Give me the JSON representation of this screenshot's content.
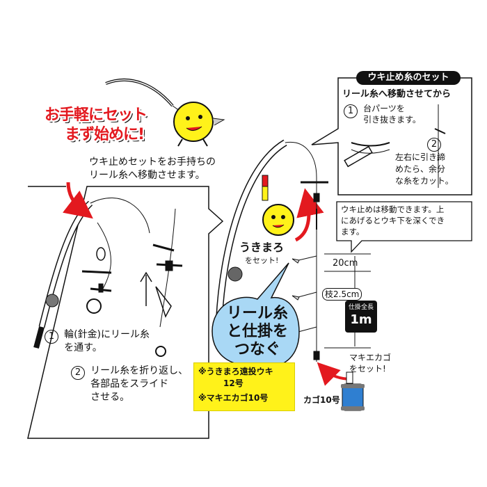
{
  "slogan": {
    "line1": "お手軽にセット",
    "line2": "まず始めに!"
  },
  "left_panel": {
    "intro": "ウキ止めセットをお手持ちの\nリール糸へ移動させます。",
    "step1_num": "1",
    "step1_text": "輪(針金)にリール糸\nを通す。",
    "step2_num": "2",
    "step2_text": "リール糸を折り返し、\n各部品をスライド\nさせる。"
  },
  "top_right_panel": {
    "header": "ウキ止め糸のセット",
    "subtitle": "リール糸へ移動させてから",
    "step1_num": "1",
    "step1_text": "台パーツを\n引き抜きます。",
    "step2_num": "2",
    "step2_text": "左右に引き締\nめたら、余分\nな糸をカット。"
  },
  "float_note": "ウキ止めは移動できます。上\nにあげるとウキ下を深くでき\nます。",
  "float_label": {
    "name": "うきまろ",
    "action": "をセット!"
  },
  "bubble_text": "リール糸\nと仕掛を\nつなぐ",
  "rig": {
    "spacing": "20cm",
    "branch": "枝2.5cm",
    "total_label": "仕掛全長",
    "total_value": "1m"
  },
  "basket": {
    "action": "マキエカゴ\nをセット!",
    "size": "カゴ10号"
  },
  "notes": {
    "line1": "※うきまろ遠投ウキ\n　　　12号",
    "line2": "※マキエカゴ10号"
  },
  "colors": {
    "accent_red": "#e3191f",
    "yellow": "#fff21a",
    "bubble_blue": "#a9d8f5",
    "basket_blue": "#2f7fd1"
  }
}
